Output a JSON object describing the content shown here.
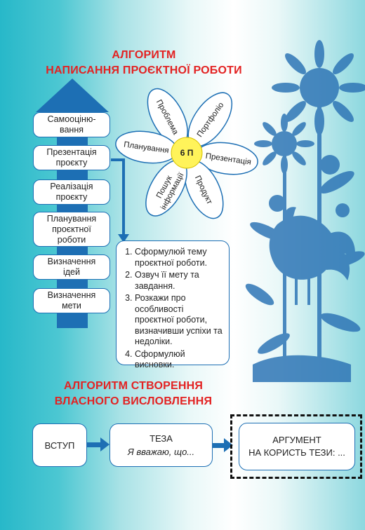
{
  "algorithm1": {
    "title_line1": "АЛГОРИТМ",
    "title_line2": "НАПИСАННЯ ПРОЄКТНОЇ РОБОТИ",
    "steps": [
      "Самооціню-\nвання",
      "Презентація\nпроєкту",
      "Реалізація\nпроєкту",
      "Планування\nпроєктної\nроботи",
      "Визначення\nідей",
      "Визначення\nмети"
    ],
    "tasks": [
      "Сформулюй тему проєктної роботи.",
      "Озвуч її мету та завдання.",
      "Розкажи про особливості проєктної роботи, визначивши успіхи та недоліки.",
      "Сформулюй висновки."
    ]
  },
  "flower": {
    "center": "6 П",
    "petals": [
      "Проблема",
      "Портфоліо",
      "Презентація",
      "Продукт",
      "Пошук\nінформації",
      "Планування"
    ]
  },
  "algorithm2": {
    "title_line1": "АЛГОРИТМ СТВОРЕННЯ",
    "title_line2": "ВЛАСНОГО ВИСЛОВЛЕННЯ",
    "intro": "ВСТУП",
    "thesis_title": "ТЕЗА",
    "thesis_text": "Я вважаю, що...",
    "argument": "АРГУМЕНТ\nНА КОРИСТЬ ТЕЗИ: ..."
  },
  "colors": {
    "title_red": "#e32222",
    "arrow_blue": "#1d6fb4",
    "flower_center": "#fff35a",
    "papercut_blue": "#2f76b6"
  }
}
